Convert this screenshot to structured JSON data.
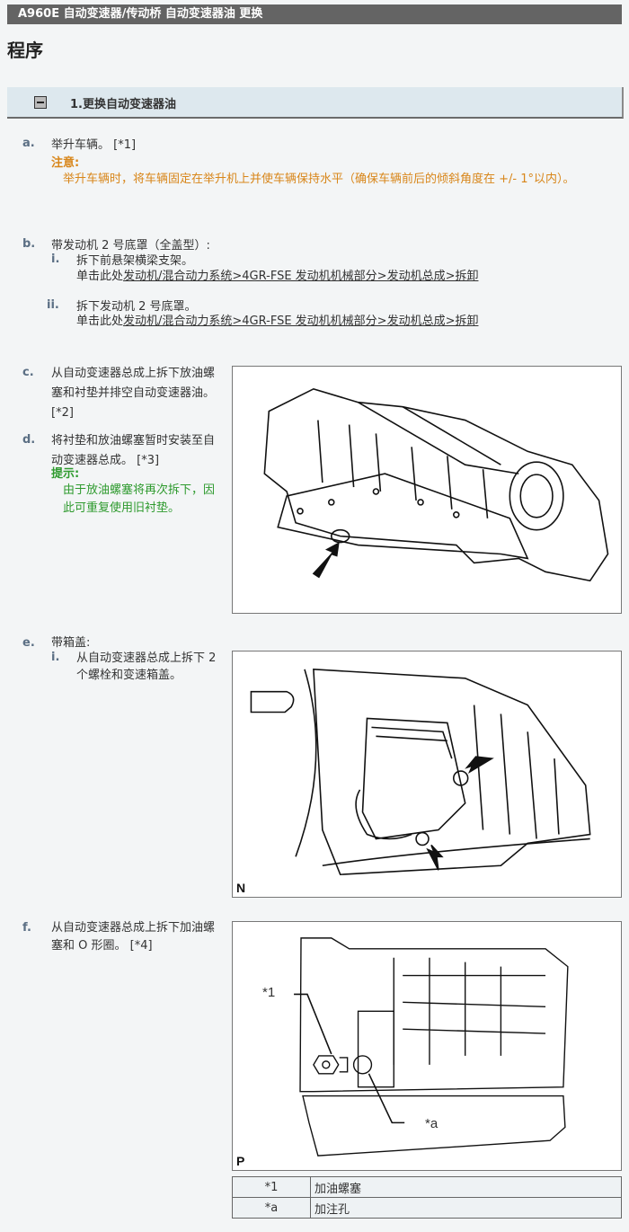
{
  "header": {
    "title": "A960E 自动变速器/传动桥  自动变速器油  更换"
  },
  "page_title": "程序",
  "section": {
    "title": "1.更换自动变速器油"
  },
  "steps": {
    "a": {
      "label": "a.",
      "text": "举升车辆。 [*1]",
      "note_title": "注意:",
      "note_text": "举升车辆时，将车辆固定在举升机上并使车辆保持水平（确保车辆前后的倾斜角度在 +/- 1°以内）。"
    },
    "b": {
      "label": "b.",
      "text": "带发动机 2 号底罩（全盖型）:",
      "sub": [
        {
          "label": "i.",
          "text": "拆下前悬架横梁支架。",
          "link_prefix": "单击此处",
          "link": "发动机/混合动力系统>4GR-FSE 发动机机械部分>发动机总成>拆卸"
        },
        {
          "label": "ii.",
          "text": "拆下发动机 2 号底罩。",
          "link_prefix": "单击此处",
          "link": "发动机/混合动力系统>4GR-FSE 发动机机械部分>发动机总成>拆卸"
        }
      ]
    },
    "c": {
      "label": "c.",
      "text": "从自动变速器总成上拆下放油螺塞和衬垫并排空自动变速器油。 [*2]"
    },
    "d": {
      "label": "d.",
      "text": "将衬垫和放油螺塞暂时安装至自动变速器总成。 [*3]",
      "hint_title": "提示:",
      "hint_text": "由于放油螺塞将再次拆下，因此可重复使用旧衬垫。"
    },
    "e": {
      "label": "e.",
      "text": "带箱盖:",
      "sub": [
        {
          "label": "i.",
          "text": "从自动变速器总成上拆下 2 个螺栓和变速箱盖。"
        }
      ],
      "figure_letter": "N"
    },
    "f": {
      "label": "f.",
      "text": "从自动变速器总成上拆下加油螺塞和 O 形圈。 [*4]",
      "figure_letter": "P",
      "callouts": {
        "c1": "*1",
        "ca": "*a"
      },
      "legend": [
        {
          "key": "*1",
          "value": "加油螺塞"
        },
        {
          "key": "*a",
          "value": "加注孔"
        }
      ]
    }
  }
}
